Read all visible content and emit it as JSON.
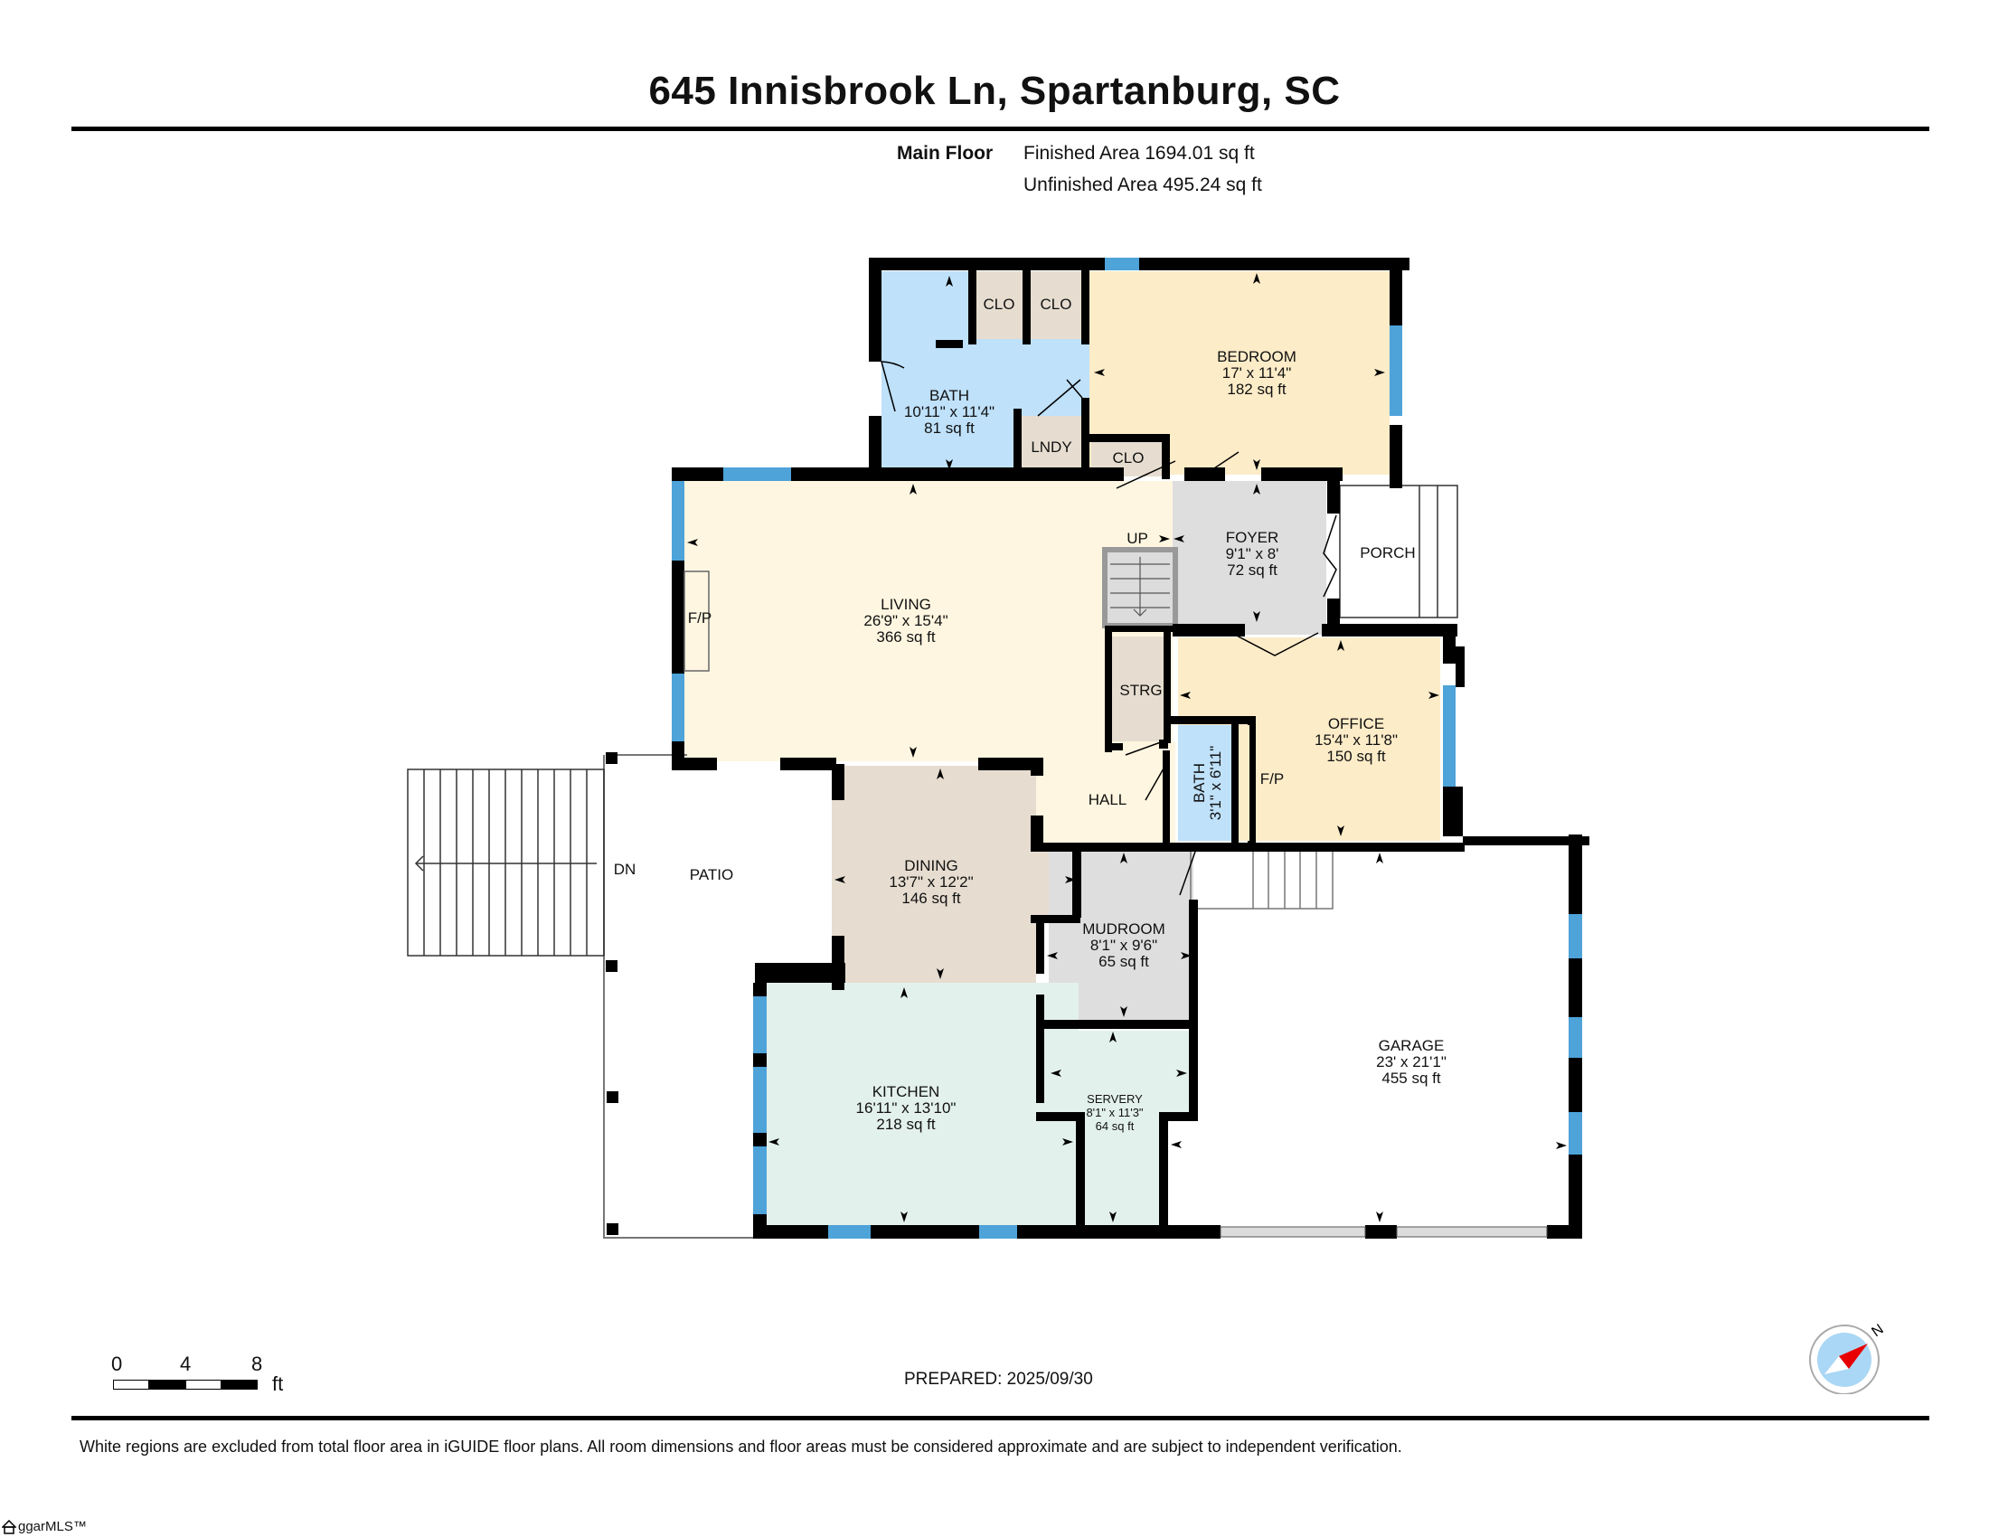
{
  "header": {
    "title": "645 Innisbrook Ln, Spartanburg, SC",
    "floor_label": "Main Floor",
    "finished_area": "Finished Area 1694.01 sq ft",
    "unfinished_area": "Unfinished Area 495.24 sq ft"
  },
  "rooms": {
    "bath1": {
      "name": "BATH",
      "dims": "10'11\" x 11'4\"",
      "area": "81 sq ft",
      "color": "#bfe1fa"
    },
    "bedroom": {
      "name": "BEDROOM",
      "dims": "17' x 11'4\"",
      "area": "182 sq ft",
      "color": "#fdecc8"
    },
    "living": {
      "name": "LIVING",
      "dims": "26'9\" x 15'4\"",
      "area": "366 sq ft",
      "color": "#fef6e0"
    },
    "foyer": {
      "name": "FOYER",
      "dims": "9'1\" x 8'",
      "area": "72 sq ft",
      "color": "#dedede"
    },
    "office": {
      "name": "OFFICE",
      "dims": "15'4\" x 11'8\"",
      "area": "150 sq ft",
      "color": "#fdecc8"
    },
    "bath2": {
      "name": "BATH",
      "dims": "3'1\" x 6'11\"",
      "color": "#bfe1fa"
    },
    "dining": {
      "name": "DINING",
      "dims": "13'7\" x 12'2\"",
      "area": "146 sq ft",
      "color": "#e6ddd0"
    },
    "mudroom": {
      "name": "MUDROOM",
      "dims": "8'1\" x 9'6\"",
      "area": "65 sq ft",
      "color": "#dedede"
    },
    "kitchen": {
      "name": "KITCHEN",
      "dims": "16'11\" x 13'10\"",
      "area": "218 sq ft",
      "color": "#e3f1ec"
    },
    "servery": {
      "name": "SERVERY",
      "dims": "8'1\" x 11'3\"",
      "area": "64 sq ft",
      "color": "#e3f1ec"
    },
    "garage": {
      "name": "GARAGE",
      "dims": "23' x 21'1\"",
      "area": "455 sq ft",
      "color": "#ffffff"
    }
  },
  "minor_labels": {
    "clo1": "CLO",
    "clo2": "CLO",
    "clo3": "CLO",
    "lndy": "LNDY",
    "strg": "STRG",
    "porch": "PORCH",
    "patio": "PATIO",
    "hall": "HALL",
    "up": "UP",
    "dn": "DN",
    "fp_living": "F/P",
    "fp_office": "F/P"
  },
  "colors": {
    "wall": "#000000",
    "window": "#4ea3d9",
    "closet": "#e6ddd0",
    "door_opening": "#dcdcdc"
  },
  "scale": {
    "ticks": [
      "0",
      "4",
      "8"
    ],
    "unit": "ft"
  },
  "footer": {
    "prepared": "PREPARED: 2025/09/30",
    "disclaimer": "White regions are excluded from total floor area in iGUIDE floor plans. All room dimensions and floor areas must be considered approximate and are subject to independent verification.",
    "logo_text": "ggarMLS™",
    "compass_label": "N"
  }
}
